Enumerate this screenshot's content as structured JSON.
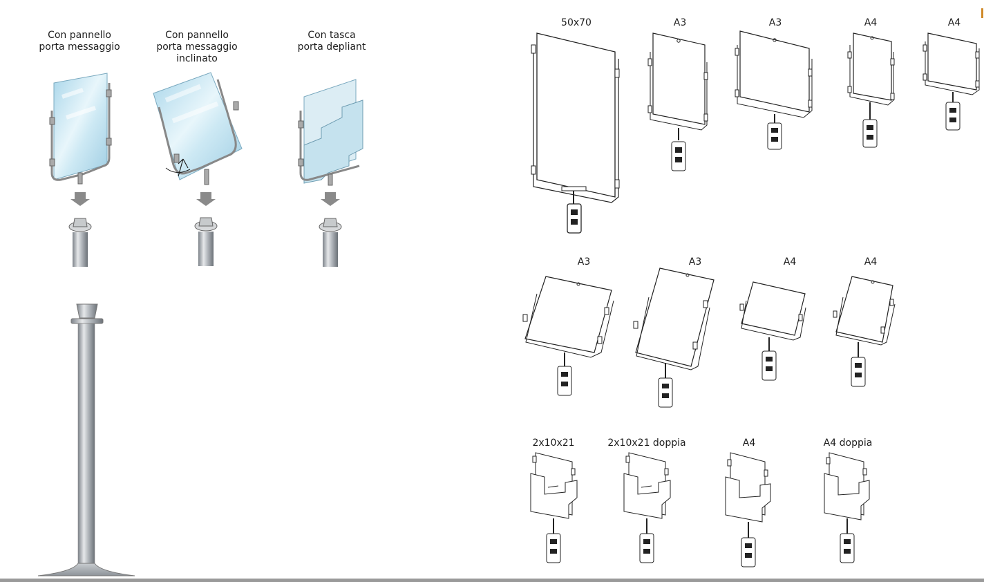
{
  "accent_colors": {
    "glass": "#bfe3f0",
    "steel": "#9aa0a6",
    "corner_mark": "#d08a2a"
  },
  "options": [
    {
      "caption": "Con pannello\nporta messaggio"
    },
    {
      "caption": "Con pannello\nporta messaggio\ninclinato"
    },
    {
      "caption": "Con tasca\nporta depliant"
    }
  ],
  "top_row": [
    {
      "label": "50x70"
    },
    {
      "label": "A3"
    },
    {
      "label": "A3"
    },
    {
      "label": "A4"
    },
    {
      "label": "A4"
    }
  ],
  "middle_row": [
    {
      "label": "A3"
    },
    {
      "label": "A3"
    },
    {
      "label": "A4"
    },
    {
      "label": "A4"
    }
  ],
  "bottom_row": [
    {
      "label": "2x10x21"
    },
    {
      "label": "2x10x21 doppia"
    },
    {
      "label": "A4"
    },
    {
      "label": "A4 doppia"
    }
  ]
}
